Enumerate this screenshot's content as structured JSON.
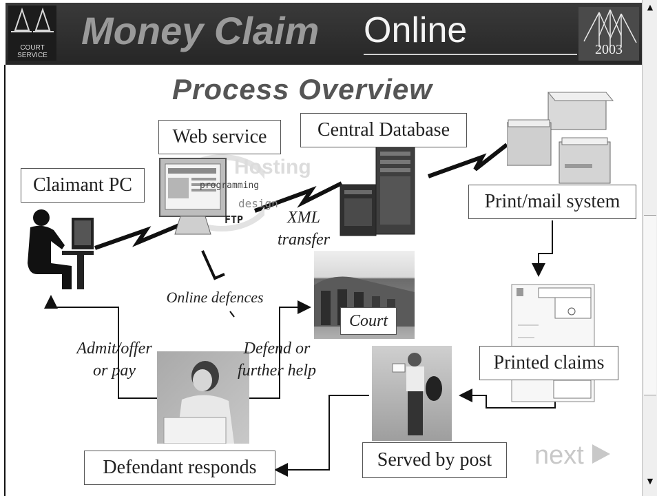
{
  "header": {
    "logo_text": "COURT SERVICE",
    "title_part1": "Money Claim",
    "title_part2": "Online",
    "badge_year": "2003"
  },
  "heading": "Process Overview",
  "nodes": {
    "claimant_pc": "Claimant PC",
    "web_service": "Web service",
    "central_database": "Central Database",
    "print_mail": "Print/mail system",
    "printed_claims": "Printed claims",
    "court": "Court",
    "served_by_post": "Served by post",
    "defendant_responds": "Defendant responds"
  },
  "flow_labels": {
    "xml_line1": "XML",
    "xml_line2": "transfer",
    "online_defences": "Online defences",
    "admit_line1": "Admit/offer",
    "admit_line2": "or pay",
    "defend_line1": "Defend or",
    "defend_line2": "further help"
  },
  "watermark": {
    "hosting": "Hosting",
    "programming": "programming",
    "design": "design",
    "ftp": "FTP"
  },
  "next_label": "next",
  "icons": {
    "next": "triangle-right-icon",
    "scroll_up": "arrow-up-icon",
    "scroll_down": "arrow-down-icon"
  }
}
